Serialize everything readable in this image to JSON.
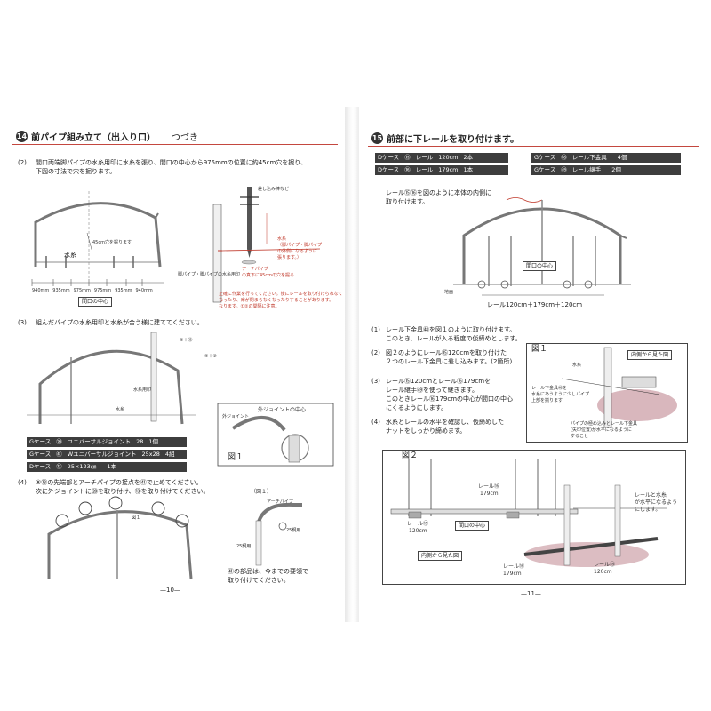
{
  "left": {
    "section_num": "14",
    "title": "前パイプ組み立て（出入り口）",
    "continued": "つづき",
    "step2": {
      "num": "(2)",
      "line1": "間口両端脚パイプの水糸用印に水糸を張り、間口の中心から975mmの位置に約45cm穴を掘り、",
      "line2": "下図の寸法で穴を掘ります。",
      "stake_label": "差し込み棒など",
      "hole_label": "45cm穴を掘ります",
      "water_line": "水糸",
      "dims": [
        "940mm",
        "935mm",
        "975mm",
        "975mm",
        "935mm",
        "940mm"
      ],
      "center_tag": "間口の中心",
      "pipe_label": "脚パイプ・脚パイプの水糸用印",
      "note_right_1": "水糸",
      "note_right_2": "（脚パイプ・脚パイプ",
      "note_right_3": "の外側になるように",
      "note_right_4": "張ります。）",
      "arch_label": "アーチパイプ",
      "arch_sub": "の真下に45cmの穴を掘る",
      "warning_1": "正確に作業を行ってください。後にレールを取り付けられなく",
      "warning_2": "なったり、扉が閉まらなくなったりすることがあります。",
      "warning_3": "なります。①②の間隔に注意。"
    },
    "step3": {
      "num": "(3)",
      "text": "組んだパイプの水糸用印と水糸が合う様に建ててください。",
      "lbl_a": "⑧＋⑬",
      "lbl_b": "⑧＋③",
      "lbl_water_mark": "水糸用印",
      "lbl_water": "水糸",
      "zoom_title": "外ジョイントの中心",
      "zoom_joint": "外ジョイント",
      "fig_label": "図１"
    },
    "parts": [
      {
        "case": "Gケース",
        "no": "⑳",
        "name": "ユニバーサルジョイント",
        "size": "28",
        "qty": "1個"
      },
      {
        "case": "Gケース",
        "no": "㊶",
        "name": "Wユニバーサルジョイント",
        "size": "25x28",
        "qty": "4組"
      },
      {
        "case": "Dケース",
        "no": "⑬",
        "name": "25×123㎝",
        "size": "",
        "qty": "1本"
      }
    ],
    "step4": {
      "num": "(4)",
      "line1": "⑧⑬の先端部とアーチパイプの接点を㊶で止めてください。",
      "line2": "次に外ジョイントに⑳を取り付け、⑬を取り付けてください。",
      "fig1": "（図１）",
      "arch": "アーチパイプ",
      "p25a": "25鋼用",
      "p25b": "25鋼用",
      "fig_ref": "図１",
      "note_1": "㊶の部品は、今までの要領で",
      "note_2": "取り付けてください。"
    },
    "page_num": "—10—"
  },
  "right": {
    "section_num": "15",
    "title": "前部に下レールを取り付けます。",
    "parts": [
      {
        "case": "Dケース",
        "no": "⑮",
        "name": "レール",
        "size": "120cm",
        "qty": "2本"
      },
      {
        "case": "Dケース",
        "no": "⑯",
        "name": "レール",
        "size": "179cm",
        "qty": "1本"
      },
      {
        "case": "Gケース",
        "no": "㊽",
        "name": "レール下金具",
        "size": "",
        "qty": "4個"
      },
      {
        "case": "Gケース",
        "no": "㊾",
        "name": "レール継手",
        "size": "",
        "qty": "2個"
      }
    ],
    "intro_1": "レール⑮⑯を図のように本体の内側に",
    "intro_2": "取り付けます。",
    "center_tag": "間口の中心",
    "ground": "地面",
    "rail_total": "レール120cm＋179cm＋120cm",
    "steps": [
      {
        "num": "(1)",
        "l1": "レール下金具㊽を図１のように取り付けます。",
        "l2": "このとき、レールが入る程度の仮締めとします。",
        "l3": ""
      },
      {
        "num": "(2)",
        "l1": "図２のようにレール⑮120cmを取り付けた",
        "l2": "２つのレール下金具に差し込みます。(2箇所)",
        "l3": ""
      },
      {
        "num": "(3)",
        "l1": "レール⑮120cmとレール⑯179cmを",
        "l2": "レール継手㊾を使って継ぎます。",
        "l3": "このときレール⑯179cmの中心が間口の中心にくるようにします。"
      },
      {
        "num": "(4)",
        "l1": "水糸とレールの水平を確認し、仮締めした",
        "l2": "ナットをしっかり締めます。",
        "l3": ""
      }
    ],
    "fig1": {
      "title": "図１",
      "inside": "内側から見た図",
      "water": "水糸",
      "bracket_1": "レール下金具㊽を",
      "bracket_2": "水糸にあうように少しパイプ",
      "bracket_3": "上部を揃ります",
      "bottom_1": "パイプの極め込みとレール下金具",
      "bottom_2": "(矢印位置)が水平になるように",
      "bottom_3": "すること"
    },
    "fig2": {
      "title": "図２",
      "rail179": "レール⑯",
      "rail179_size": "179cm",
      "rail120": "レール⑮",
      "rail120_size": "120cm",
      "center": "間口の中心",
      "level_1": "レールと水糸",
      "level_2": "が水平になるよう",
      "level_3": "にします。",
      "inside": "内側から見た図",
      "rail179b": "レール⑯",
      "rail179b_size": "179cm",
      "rail120b": "レール⑮",
      "rail120b_size": "120cm"
    },
    "page_num": "—11—"
  }
}
